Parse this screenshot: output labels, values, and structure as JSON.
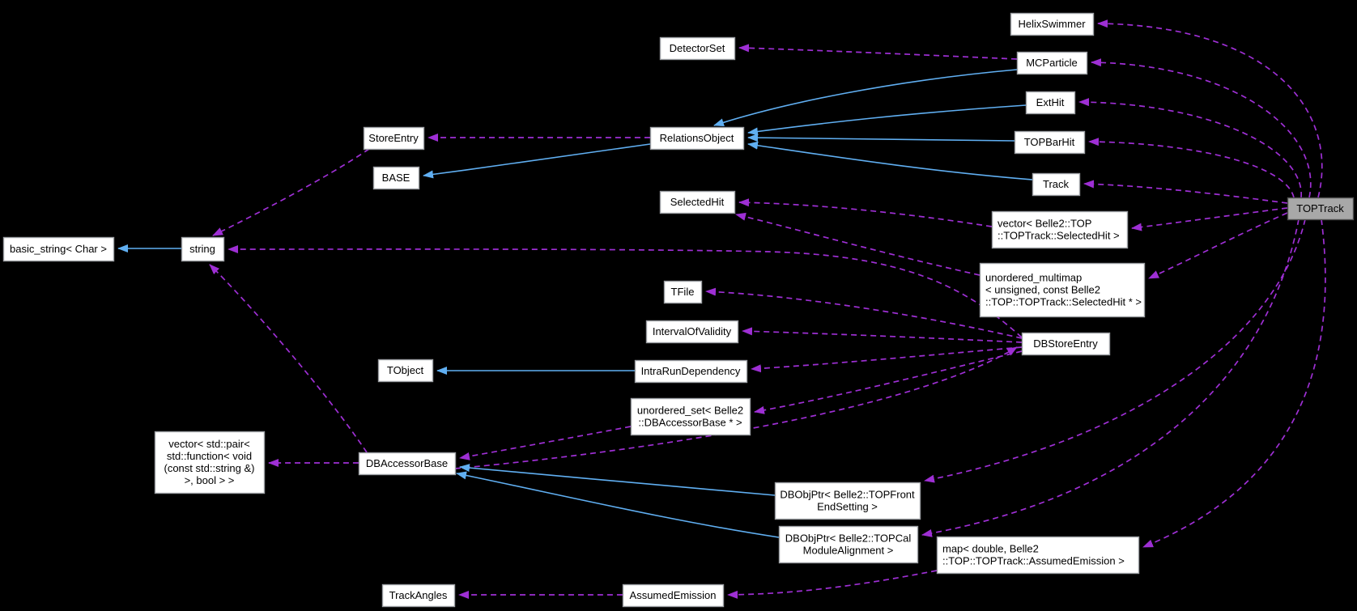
{
  "diagram": {
    "type": "collaboration-graph",
    "selected_node": "TOPTrack",
    "colors": {
      "background": "#000000",
      "node_fill": "#ffffff",
      "node_border": "#9c9fa4",
      "node_text": "#000000",
      "selected_fill": "#a8a8a8",
      "selected_border": "#4d4d4d",
      "usage_edge": "#9e2fd4",
      "inheritance_edge": "#60aff2"
    },
    "nodes": [
      {
        "id": "TOPTrack",
        "lines": [
          "TOPTrack"
        ],
        "selected": true
      },
      {
        "id": "HelixSwimmer",
        "lines": [
          "HelixSwimmer"
        ]
      },
      {
        "id": "MCParticle",
        "lines": [
          "MCParticle"
        ]
      },
      {
        "id": "ExtHit",
        "lines": [
          "ExtHit"
        ]
      },
      {
        "id": "TOPBarHit",
        "lines": [
          "TOPBarHit"
        ]
      },
      {
        "id": "Track",
        "lines": [
          "Track"
        ]
      },
      {
        "id": "DetectorSet",
        "lines": [
          "DetectorSet"
        ]
      },
      {
        "id": "RelationsObject",
        "lines": [
          "RelationsObject"
        ]
      },
      {
        "id": "StoreEntry",
        "lines": [
          "StoreEntry"
        ]
      },
      {
        "id": "BASE",
        "lines": [
          "BASE"
        ]
      },
      {
        "id": "string",
        "lines": [
          "string"
        ]
      },
      {
        "id": "basic_string",
        "lines": [
          "basic_string< Char >"
        ]
      },
      {
        "id": "SelectedHit",
        "lines": [
          "SelectedHit"
        ]
      },
      {
        "id": "vector_selectedhit",
        "lines": [
          "vector< Belle2::TOP",
          "::TOPTrack::SelectedHit >"
        ]
      },
      {
        "id": "unordered_multimap",
        "lines": [
          "unordered_multimap",
          "< unsigned, const Belle2",
          "::TOP::TOPTrack::SelectedHit * >"
        ]
      },
      {
        "id": "TFile",
        "lines": [
          "TFile"
        ]
      },
      {
        "id": "IntervalOfValidity",
        "lines": [
          "IntervalOfValidity"
        ]
      },
      {
        "id": "IntraRunDependency",
        "lines": [
          "IntraRunDependency"
        ]
      },
      {
        "id": "TObject",
        "lines": [
          "TObject"
        ]
      },
      {
        "id": "unordered_set",
        "lines": [
          "unordered_set< Belle2",
          "::DBAccessorBase * >"
        ]
      },
      {
        "id": "DBStoreEntry",
        "lines": [
          "DBStoreEntry"
        ]
      },
      {
        "id": "DBAccessorBase",
        "lines": [
          "DBAccessorBase"
        ]
      },
      {
        "id": "vector_callbacks",
        "lines": [
          "vector< std::pair<",
          "std::function< void",
          "(const std::string &)",
          ">, bool > >"
        ]
      },
      {
        "id": "DBObjPtr_frontend",
        "lines": [
          "DBObjPtr< Belle2::TOPFront",
          "EndSetting >"
        ]
      },
      {
        "id": "DBObjPtr_alignment",
        "lines": [
          "DBObjPtr< Belle2::TOPCal",
          "ModuleAlignment >"
        ]
      },
      {
        "id": "map_assumedemission",
        "lines": [
          "map< double, Belle2",
          "::TOP::TOPTrack::AssumedEmission >"
        ]
      },
      {
        "id": "TrackAngles",
        "lines": [
          "TrackAngles"
        ]
      },
      {
        "id": "AssumedEmission",
        "lines": [
          "AssumedEmission"
        ]
      }
    ],
    "edges": [
      {
        "from": "TOPTrack",
        "to": "HelixSwimmer",
        "relation": "usage"
      },
      {
        "from": "TOPTrack",
        "to": "MCParticle",
        "relation": "usage"
      },
      {
        "from": "TOPTrack",
        "to": "ExtHit",
        "relation": "usage"
      },
      {
        "from": "TOPTrack",
        "to": "TOPBarHit",
        "relation": "usage"
      },
      {
        "from": "TOPTrack",
        "to": "Track",
        "relation": "usage"
      },
      {
        "from": "TOPTrack",
        "to": "vector_selectedhit",
        "relation": "usage"
      },
      {
        "from": "TOPTrack",
        "to": "unordered_multimap",
        "relation": "usage"
      },
      {
        "from": "TOPTrack",
        "to": "DBObjPtr_frontend",
        "relation": "usage"
      },
      {
        "from": "TOPTrack",
        "to": "DBObjPtr_alignment",
        "relation": "usage"
      },
      {
        "from": "TOPTrack",
        "to": "map_assumedemission",
        "relation": "usage"
      },
      {
        "from": "MCParticle",
        "to": "DetectorSet",
        "relation": "usage"
      },
      {
        "from": "RelationsObject",
        "to": "StoreEntry",
        "relation": "usage"
      },
      {
        "from": "StoreEntry",
        "to": "string",
        "relation": "usage"
      },
      {
        "from": "DBStoreEntry",
        "to": "string",
        "relation": "usage"
      },
      {
        "from": "DBAccessorBase",
        "to": "string",
        "relation": "usage"
      },
      {
        "from": "vector_selectedhit",
        "to": "SelectedHit",
        "relation": "usage"
      },
      {
        "from": "unordered_multimap",
        "to": "SelectedHit",
        "relation": "usage"
      },
      {
        "from": "DBStoreEntry",
        "to": "TFile",
        "relation": "usage"
      },
      {
        "from": "DBStoreEntry",
        "to": "IntervalOfValidity",
        "relation": "usage"
      },
      {
        "from": "DBStoreEntry",
        "to": "IntraRunDependency",
        "relation": "usage"
      },
      {
        "from": "DBStoreEntry",
        "to": "unordered_set",
        "relation": "usage"
      },
      {
        "from": "unordered_set",
        "to": "DBAccessorBase",
        "relation": "usage"
      },
      {
        "from": "DBAccessorBase",
        "to": "DBStoreEntry",
        "relation": "usage"
      },
      {
        "from": "DBAccessorBase",
        "to": "vector_callbacks",
        "relation": "usage"
      },
      {
        "from": "map_assumedemission",
        "to": "AssumedEmission",
        "relation": "usage"
      },
      {
        "from": "AssumedEmission",
        "to": "TrackAngles",
        "relation": "usage"
      },
      {
        "from": "string",
        "to": "basic_string",
        "relation": "inheritance"
      },
      {
        "from": "MCParticle",
        "to": "RelationsObject",
        "relation": "inheritance"
      },
      {
        "from": "ExtHit",
        "to": "RelationsObject",
        "relation": "inheritance"
      },
      {
        "from": "TOPBarHit",
        "to": "RelationsObject",
        "relation": "inheritance"
      },
      {
        "from": "Track",
        "to": "RelationsObject",
        "relation": "inheritance"
      },
      {
        "from": "RelationsObject",
        "to": "BASE",
        "relation": "inheritance"
      },
      {
        "from": "IntraRunDependency",
        "to": "TObject",
        "relation": "inheritance"
      },
      {
        "from": "DBObjPtr_frontend",
        "to": "DBAccessorBase",
        "relation": "inheritance"
      },
      {
        "from": "DBObjPtr_alignment",
        "to": "DBAccessorBase",
        "relation": "inheritance"
      }
    ]
  }
}
